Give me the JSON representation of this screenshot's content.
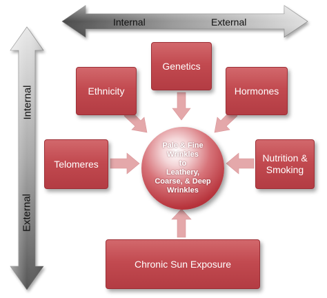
{
  "axes": {
    "horizontal": {
      "left_label": "Internal",
      "right_label": "External"
    },
    "vertical": {
      "top_label": "Internal",
      "bottom_label": "External"
    }
  },
  "center": {
    "text": "Pale & Fine\nWrinkles\nto\nLeathery,\nCoarse, & Deep\nWrinkles"
  },
  "factors": {
    "genetics": "Genetics",
    "ethnicity": "Ethnicity",
    "hormones": "Hormones",
    "telomeres": "Telomeres",
    "nutrition": "Nutrition &\nSmoking",
    "sun": "Chronic Sun Exposure"
  },
  "colors": {
    "box_fill": "#c24a50",
    "arrow_fill": "#e2a4a7",
    "axis_internal": "#5a5a5a",
    "axis_external": "#d0d0d0"
  }
}
